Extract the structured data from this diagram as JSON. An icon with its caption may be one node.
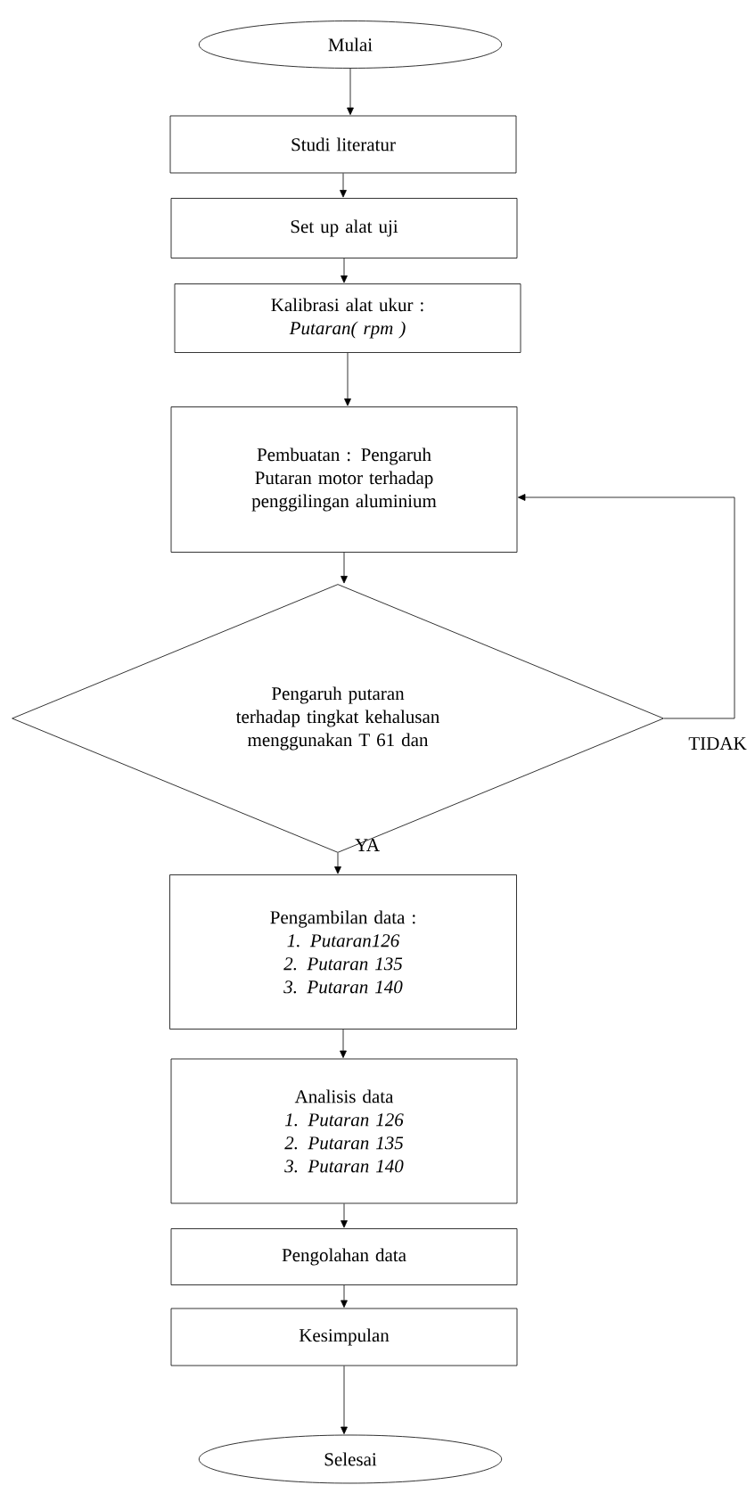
{
  "diagram": {
    "nodes": [
      {
        "text": [
          "Mulai"
        ]
      },
      {
        "text": [
          "Studi literatur"
        ]
      },
      {
        "text": [
          "Set up alat uji"
        ]
      },
      {
        "text": [
          "Kalibrasi alat ukur :",
          "Putaran( rpm )"
        ]
      },
      {
        "text": [
          "Pembuatan : Pengaruh Putaran motor terhadap penggilingan aluminium"
        ]
      },
      {
        "text": [
          "Pengaruh putaran terhadap tingkat kehalusan menggunakan T 61 dan"
        ]
      },
      {
        "text": [
          "Pengambilan data :",
          "1. Putaran126",
          "2. Putaran 135",
          "3. Putaran 140"
        ]
      },
      {
        "text": [
          "Analisis data",
          "1. Putaran 126",
          "2. Putaran 135",
          "3. Putaran 140"
        ]
      },
      {
        "text": [
          "Pengolahan data"
        ]
      },
      {
        "text": [
          "Kesimpulan"
        ]
      },
      {
        "text": [
          "Selesai"
        ]
      }
    ],
    "edges": [
      {
        "from": 0,
        "to": 1,
        "arrow": "to"
      },
      {
        "from": 1,
        "to": 2,
        "arrow": "to"
      },
      {
        "from": 2,
        "to": 3,
        "arrow": "to"
      },
      {
        "from": 3,
        "to": 4,
        "arrow": "to"
      },
      {
        "from": 4,
        "to": 5,
        "arrow": "to"
      },
      {
        "from": 5,
        "to": 4,
        "arrow": "to",
        "label": "TIDAK"
      },
      {
        "from": 5,
        "to": 6,
        "arrow": "to",
        "label": "YA"
      },
      {
        "from": 6,
        "to": 7,
        "arrow": "to"
      },
      {
        "from": 7,
        "to": 8,
        "arrow": "to"
      },
      {
        "from": 8,
        "to": 9,
        "arrow": "to"
      },
      {
        "from": 9,
        "to": 10,
        "arrow": "to"
      }
    ]
  }
}
